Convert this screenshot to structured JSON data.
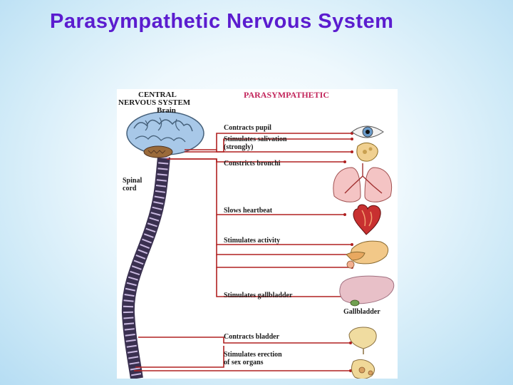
{
  "slide": {
    "title": "Parasympathetic Nervous System"
  },
  "diagram": {
    "cns_heading_line1": "CENTRAL",
    "cns_heading_line2": "NERVOUS SYSTEM",
    "brain_label": "Brain",
    "spinal_label_line1": "Spinal",
    "spinal_label_line2": "cord",
    "division_heading": "PARASYMPATHETIC",
    "effects": [
      {
        "line1": "Contracts pupil",
        "line2": ""
      },
      {
        "line1": "Stimulates salivation",
        "line2": "(strongly)"
      },
      {
        "line1": "Constricts bronchi",
        "line2": ""
      },
      {
        "line1": "Slows heartbeat",
        "line2": ""
      },
      {
        "line1": "Stimulates activity",
        "line2": ""
      },
      {
        "line1": "Stimulates gallbladder",
        "line2": ""
      },
      {
        "line1": "Contracts bladder",
        "line2": ""
      },
      {
        "line1": "Stimulates erection",
        "line2": "of sex organs"
      }
    ],
    "gallbladder_label": "Gallbladder",
    "colors": {
      "title": "#5b1ccf",
      "nerve": "#b02020",
      "brain": "#a8c8e8",
      "spinal_cord": "#c9b8e0",
      "heading_accent": "#c2245a"
    }
  }
}
